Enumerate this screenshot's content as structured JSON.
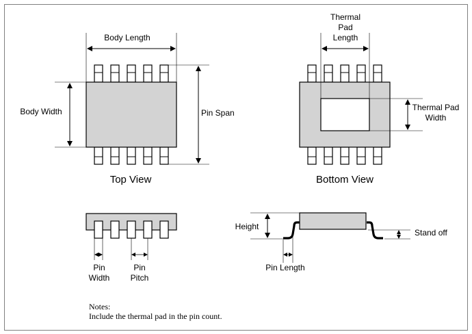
{
  "labels": {
    "body_length": "Body Length",
    "body_width": "Body Width",
    "pin_span": "Pin Span",
    "top_view": "Top View",
    "thermal_pad_length": [
      "Thermal",
      "Pad",
      "Length"
    ],
    "thermal_pad_width": [
      "Thermal Pad",
      "Width"
    ],
    "bottom_view": "Bottom View",
    "pin_width": [
      "Pin",
      "Width"
    ],
    "pin_pitch": [
      "Pin",
      "Pitch"
    ],
    "height": "Height",
    "stand_off": "Stand off",
    "pin_length": "Pin Length"
  },
  "notes": {
    "title": "Notes:",
    "text": "Include the thermal pad in the pin count."
  },
  "colors": {
    "body_fill": "#d3d3d3",
    "line": "#000000",
    "frame": "#7f7f7f"
  },
  "pins_per_side": 5
}
